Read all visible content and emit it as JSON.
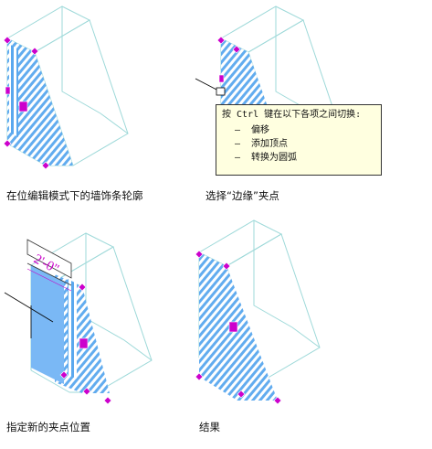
{
  "panels": [
    {
      "caption": "在位编辑模式下的墙饰条轮廓"
    },
    {
      "caption": "选择“边缘”夹点"
    },
    {
      "caption": "指定新的夹点位置"
    },
    {
      "caption": "结果"
    }
  ],
  "tooltip": {
    "header": "按 Ctrl 键在以下各项之间切换:",
    "items": [
      "偏移",
      "添加顶点",
      "转换为圆弧"
    ],
    "bullet": "–"
  },
  "dimension_label": "2'-0\"",
  "colors": {
    "wireframe": "#9ed9d9",
    "hatch": "#4a9de8",
    "grip": "#cc00cc",
    "selection_fill": "#7ab8f5",
    "tooltip_bg": "#ffffe0",
    "dimension_text": "#c800c8"
  }
}
